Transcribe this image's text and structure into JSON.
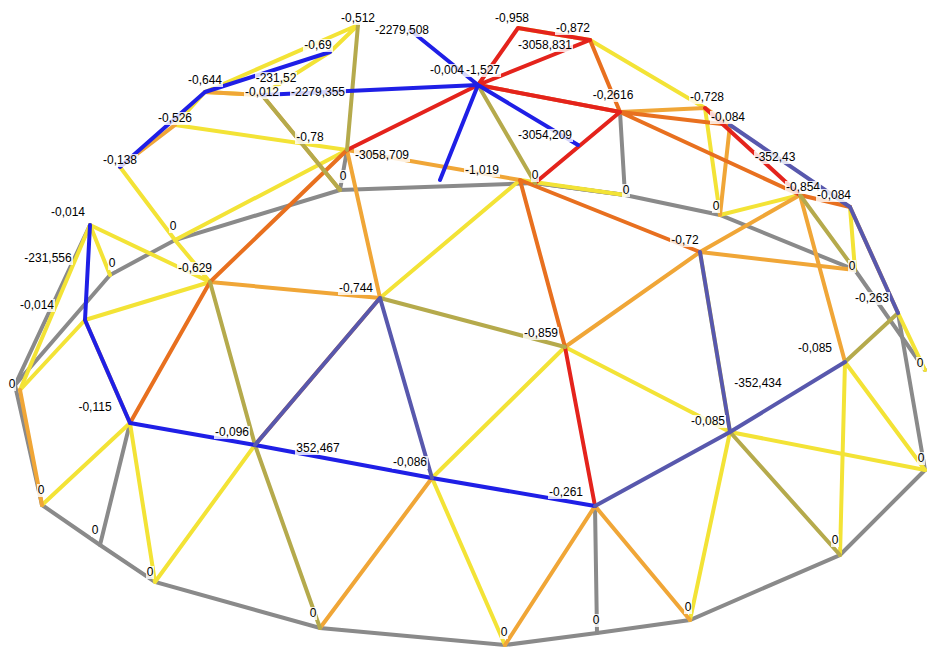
{
  "diagram": {
    "labels": [
      "-0,512",
      "-2279,508",
      "-0,958",
      "-0,872",
      "-0,69",
      "-3058,831",
      "-0,644",
      "-231,52",
      "-0,004",
      "-1,527",
      "-0,012",
      "-2279,355",
      "-0,2616",
      "-0,728",
      "-0,526",
      "-0,084",
      "-3054,209",
      "-0,78",
      "-0,138",
      "-3058,709",
      "-1,019",
      "0",
      "-352,43",
      "0",
      "-0,854",
      "-0,084",
      "0",
      "0",
      "-0,014",
      "0",
      "-0,72",
      "-231,556",
      "0",
      "-0,629",
      "0",
      "-0,014",
      "-0,263",
      "-0,744",
      "-0,859",
      "-0,085",
      "0",
      "-0,115",
      "-0,096",
      "352,467",
      "-0,086",
      "-0,085",
      "-0,261",
      "-352,434",
      "0",
      "0",
      "0",
      "0",
      "0",
      "0",
      "0",
      "0",
      "0",
      "0"
    ]
  }
}
